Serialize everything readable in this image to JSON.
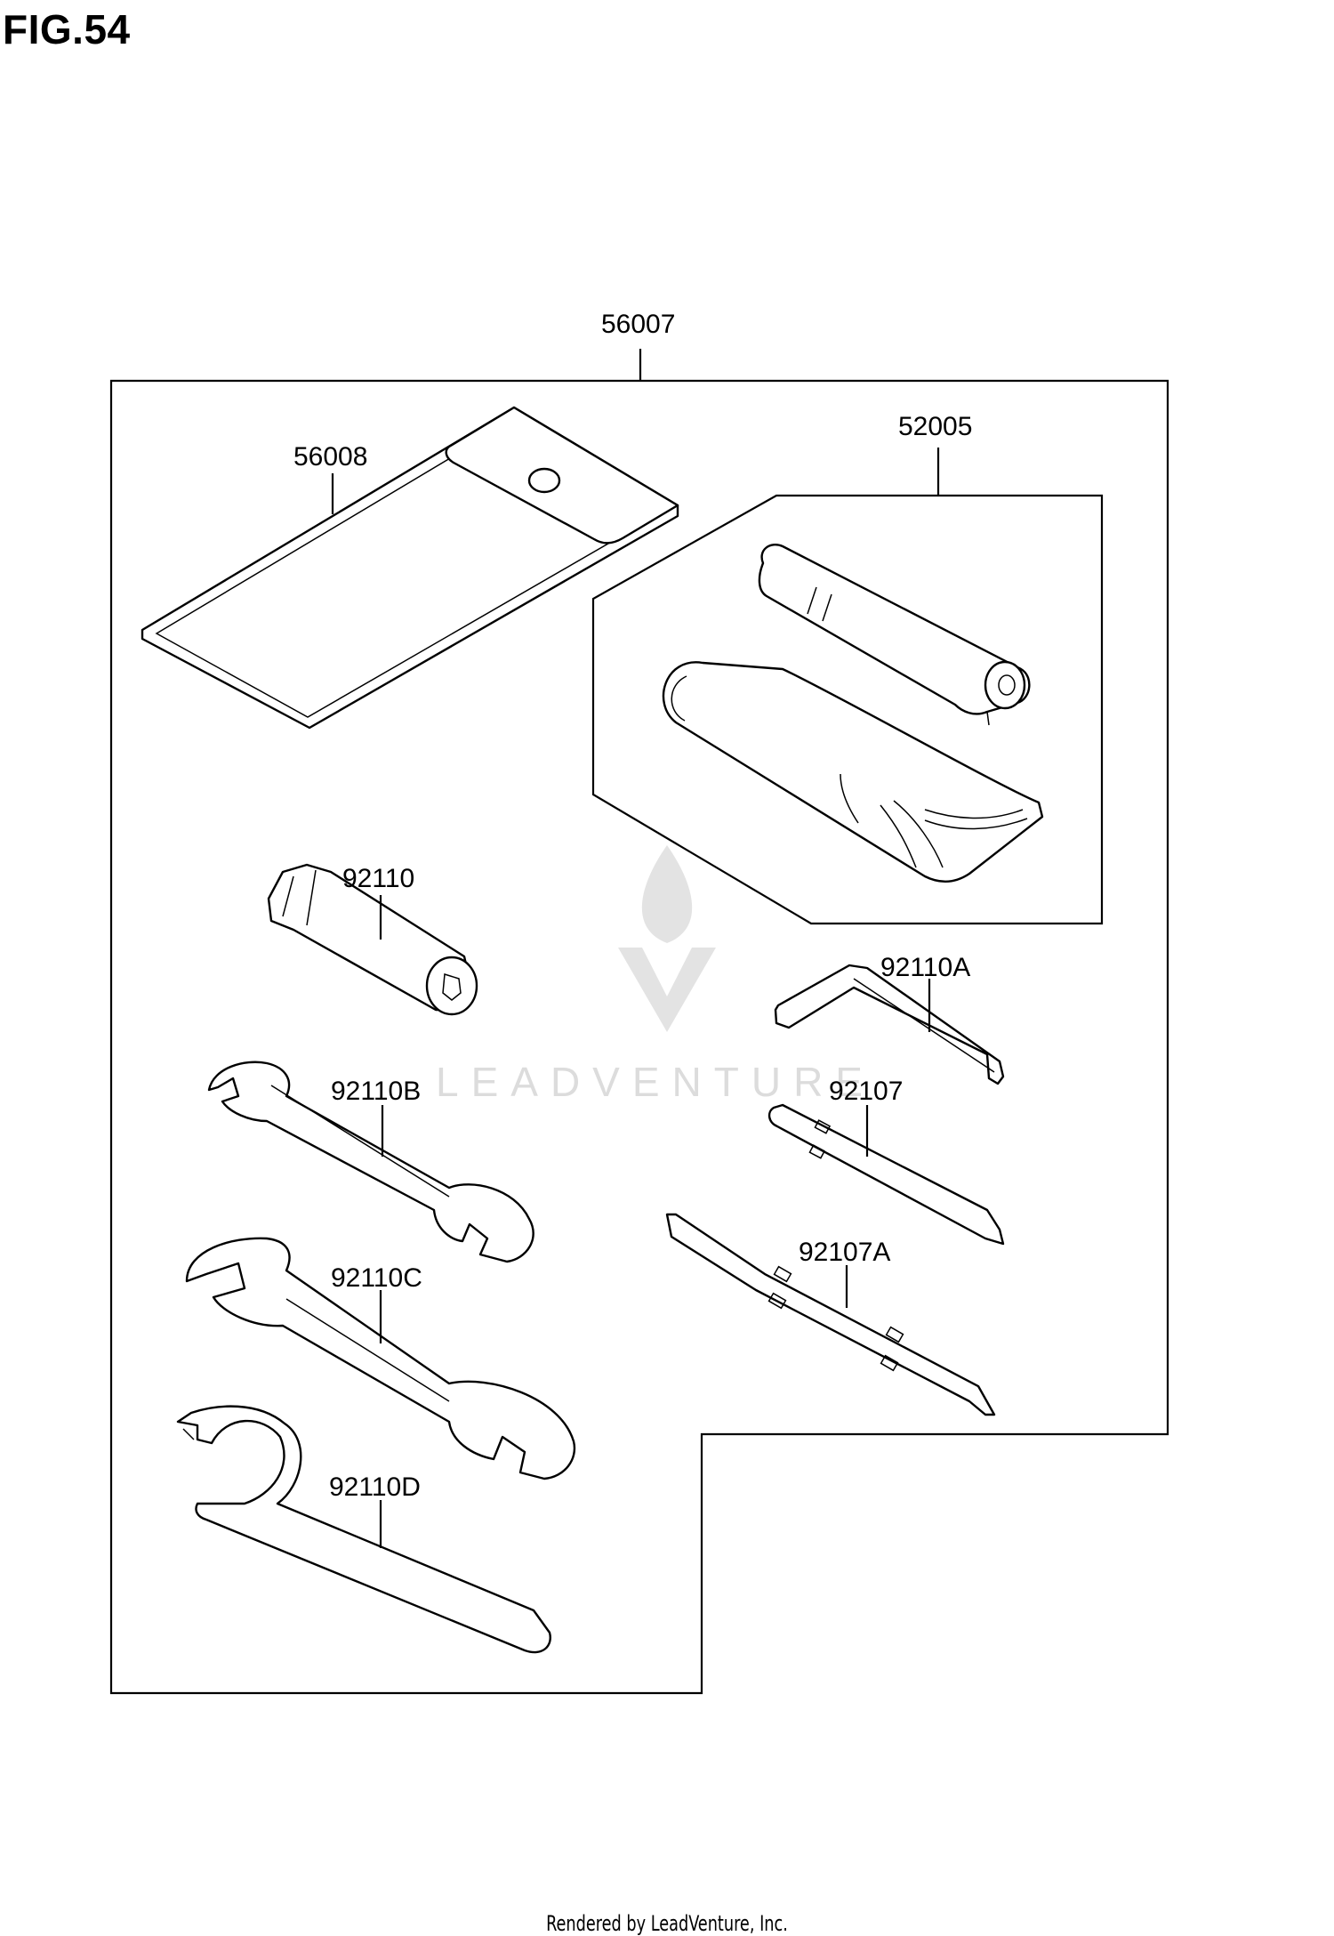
{
  "figure": {
    "title": "FIG.54"
  },
  "labels": {
    "p56007": "56007",
    "p56008": "56008",
    "p52005": "52005",
    "p92110": "92110",
    "p92110A": "92110A",
    "p92110B": "92110B",
    "p92107": "92107",
    "p92107A": "92107A",
    "p92110C": "92110C",
    "p92110D": "92110D"
  },
  "watermark": {
    "text": "LEADVENTURE",
    "color": "#dcdcdc"
  },
  "footer": {
    "text": "Rendered by LeadVenture, Inc."
  }
}
